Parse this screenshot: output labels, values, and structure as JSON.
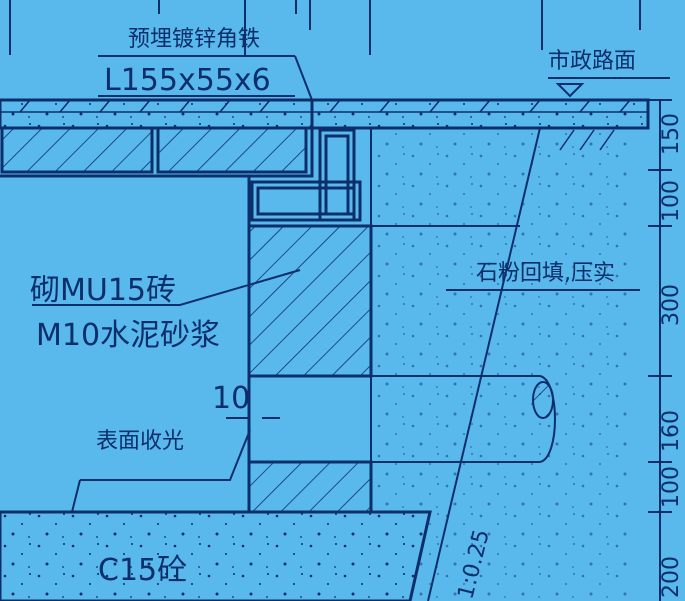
{
  "labels": {
    "embedded_angle": "预埋镀锌角铁",
    "angle_spec": "L155x55x6",
    "road_surface": "市政路面",
    "brick": "砌MU15砖",
    "mortar": "M10水泥砂浆",
    "backfill": "石粉回填,压实",
    "gap": "10",
    "finish": "表面收光",
    "concrete": "C15砼",
    "slope": "1:0.25"
  },
  "dimensions": [
    "150",
    "100",
    "300",
    "160",
    "100",
    "200"
  ],
  "colors": {
    "background": "#59b8ec",
    "line": "#0c2f6b"
  }
}
